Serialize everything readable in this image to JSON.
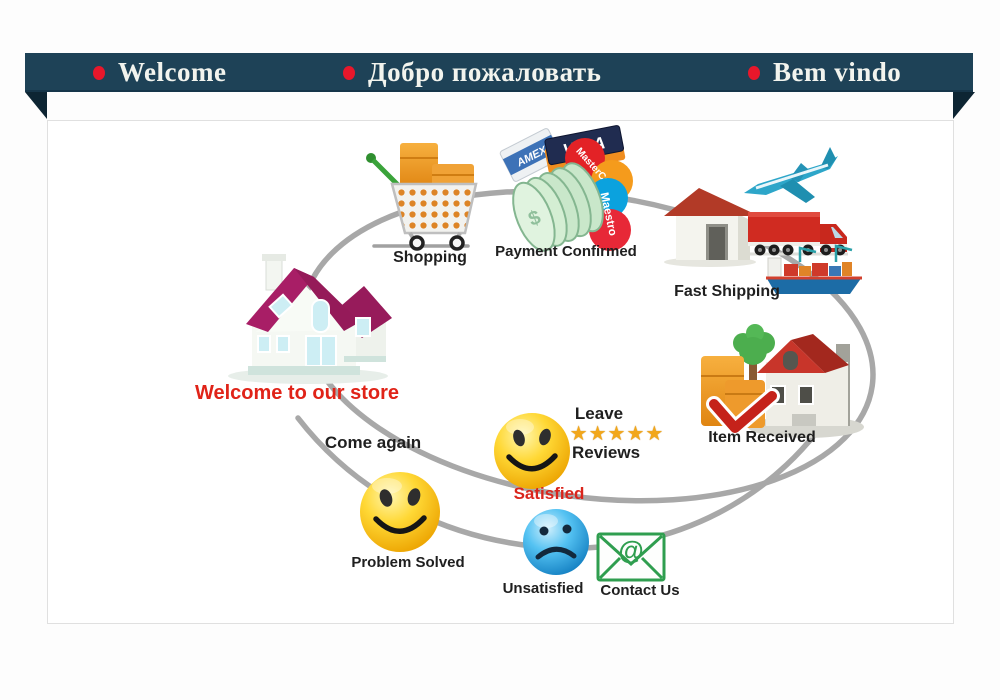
{
  "banner": {
    "bg_color": "#1e4257",
    "fold_color": "#0d2533",
    "bullet_color": "#e8172b",
    "text_color": "#f2f4ee",
    "items": [
      {
        "label": "Welcome"
      },
      {
        "label": "Добро пожаловать"
      },
      {
        "label": "Bem vindo"
      }
    ]
  },
  "diagram": {
    "arc_color": "#a8a8a8",
    "labels": {
      "shopping": "Shopping",
      "payment": "Payment Confirmed",
      "fast_shipping": "Fast Shipping",
      "item_received": "Item Received",
      "leave": "Leave",
      "reviews": "Reviews",
      "satisfied": "Satisfied",
      "unsatisfied": "Unsatisfied",
      "contact_us": "Contact Us",
      "problem_solved": "Problem Solved",
      "come_again": "Come again",
      "welcome_store": "Welcome to our store"
    },
    "stars": "★★★★★",
    "payment_cards": {
      "amex": "AMEX",
      "visa": "VISA",
      "mastercard": "MasterCard",
      "maestro": "Maestro"
    },
    "coin_symbol": "$",
    "contact_at": "@",
    "colors": {
      "label_text": "#1f1f1f",
      "red_text": "#da251c",
      "star_gold": "#f2a71b",
      "smiley_yellow": "#ffd835",
      "sad_blue": "#45b7ec",
      "envelope_green": "#2f9e4f",
      "store_roof_magenta": "#a81e66",
      "cart_box_orange": "#f09d30"
    }
  }
}
